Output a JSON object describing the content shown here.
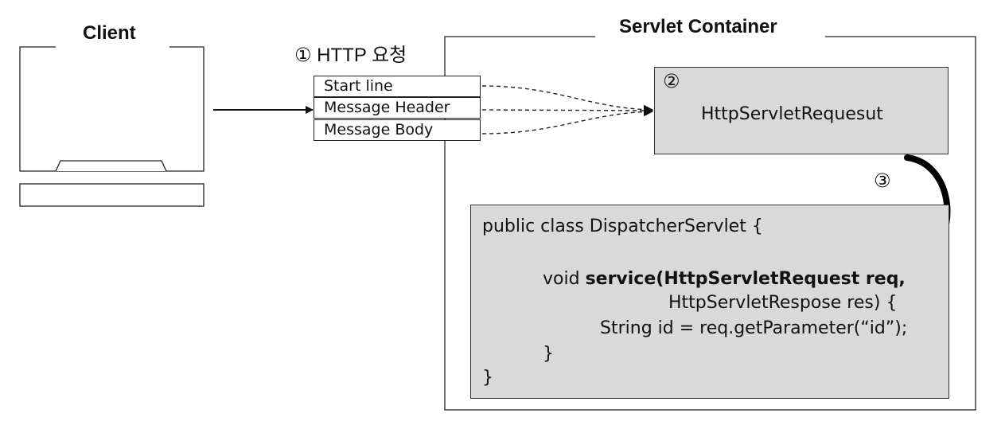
{
  "client": {
    "title": "Client"
  },
  "container": {
    "title": "Servlet Container"
  },
  "http_request": {
    "title": "① HTTP 요청",
    "rows": [
      "Start line",
      "Message Header",
      "Message Body"
    ]
  },
  "request_object": {
    "step": "②",
    "name": "HttpServletRequesut"
  },
  "step3": "③",
  "code": {
    "line1": "public class DispatcherServlet {",
    "line2_plain": "void ",
    "line2_bold": "service(HttpServletRequest req,",
    "line3": "HttpServletRespose res) {",
    "line4": "String id = req.getParameter(“id”);",
    "line5": "}",
    "line6": "}"
  },
  "colors": {
    "box_fill": "#d9d9d9",
    "stroke": "#222222"
  }
}
